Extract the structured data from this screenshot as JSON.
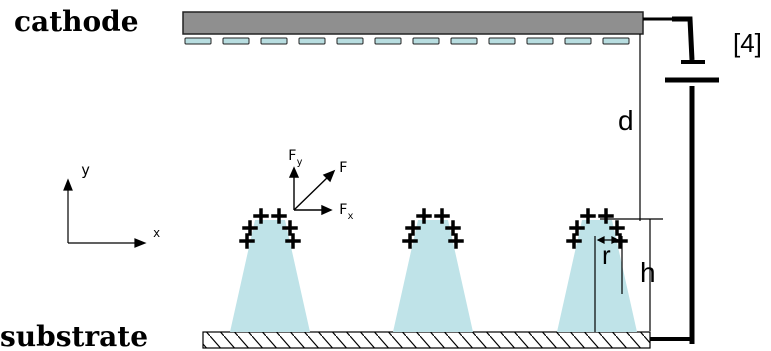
{
  "labels": {
    "cathode": "cathode",
    "substrate": "substrate",
    "reference": "[4]",
    "distance": "d",
    "height": "h",
    "radius": "r",
    "axis_y": "y",
    "axis_x": "x",
    "force": "F",
    "force_y_base": "F",
    "force_y_sub": "y",
    "force_x_base": "F",
    "force_x_sub": "x"
  },
  "colors": {
    "cathode_fill": "#8f8f8f",
    "cathode_stroke": "#222222",
    "dash_fill": "#b8dde0",
    "cone_fill": "#bfe3e8",
    "line": "#000000"
  }
}
